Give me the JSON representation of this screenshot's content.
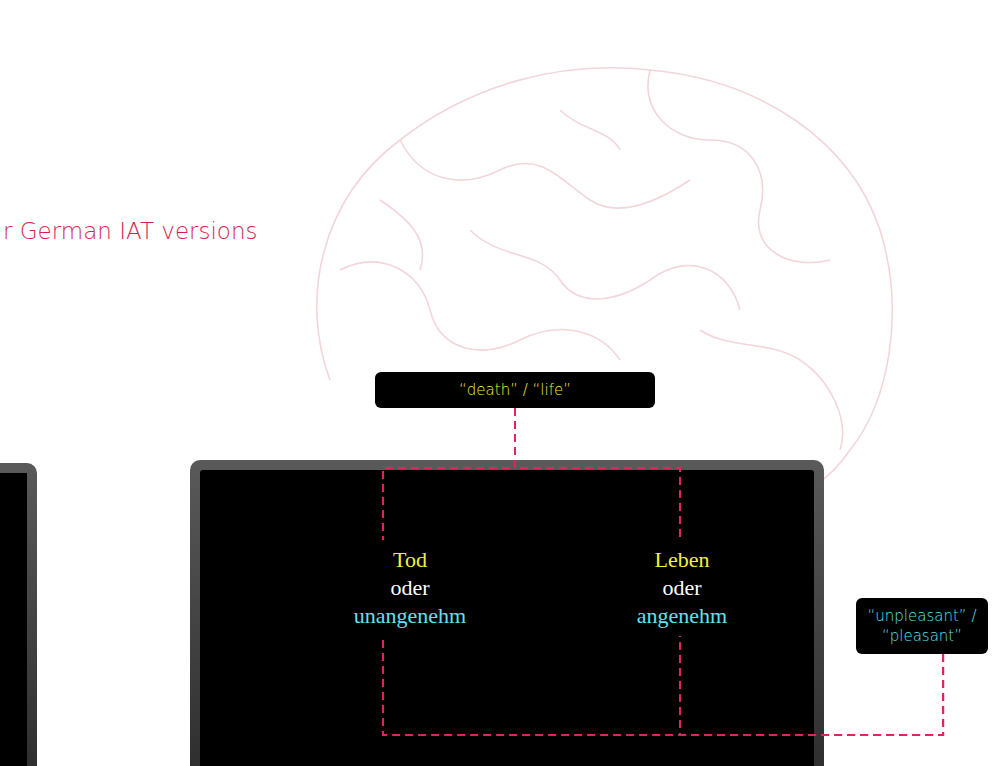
{
  "diagram": {
    "title": "r German IAT versions",
    "nodes": [
      {
        "text": [
          "“death” / “life”"
        ]
      },
      {
        "text": [
          "Tod",
          "oder",
          "unangenehm"
        ]
      },
      {
        "text": [
          "Leben",
          "oder",
          "angenehm"
        ]
      },
      {
        "text": [
          "“unpleasant” / “pleasant”"
        ]
      }
    ],
    "edges": [
      {
        "from": 0,
        "to": 1,
        "arrow": "none"
      },
      {
        "from": 0,
        "to": 2,
        "arrow": "none"
      },
      {
        "from": 3,
        "to": 1,
        "arrow": "none"
      },
      {
        "from": 3,
        "to": 2,
        "arrow": "none"
      }
    ]
  }
}
